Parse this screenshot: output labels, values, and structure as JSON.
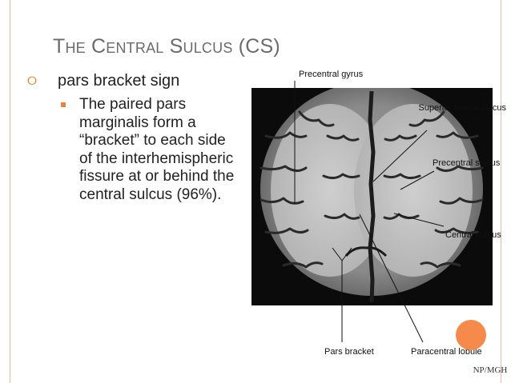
{
  "slide": {
    "title": "The Central Sulcus (CS)",
    "bullet1": "pars bracket sign",
    "bullet2": "The paired pars marginalis form a “bracket” to each side of the interhemispheric fissure at or behind the central sulcus (96%).",
    "footer": "NP/MGH"
  },
  "labels": {
    "precentral_gyrus": "Precentral gyrus",
    "superior_frontal_sulcus": "Superior frontal sulcus",
    "precentral_sulcus": "Precentral sulcus",
    "central_sulcus": "Central sulcus",
    "pars_bracket": "Pars bracket",
    "paracentral_lobule": "Paracentral lobule"
  },
  "colors": {
    "accent": "#e8843c",
    "frame": "#e8b9a6",
    "title": "#6b6b6b",
    "orange_dot": "#f58a4a"
  },
  "icons": {
    "bullet1": "hollow-circle-bullet",
    "bullet2": "square-bullet"
  }
}
